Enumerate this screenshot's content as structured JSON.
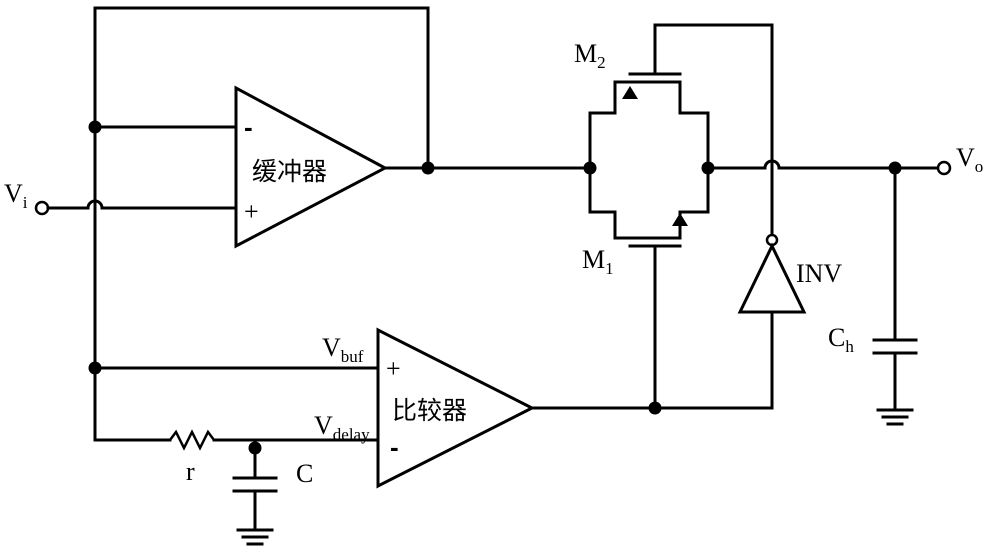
{
  "labels": {
    "vi_main": "V",
    "vi_sub": "i",
    "vo_main": "V",
    "vo_sub": "o",
    "m2_main": "M",
    "m2_sub": "2",
    "m1_main": "M",
    "m1_sub": "1",
    "inv": "INV",
    "ch_main": "C",
    "ch_sub": "h",
    "vbuf_main": "V",
    "vbuf_sub": "buf",
    "vdelay_main": "V",
    "vdelay_sub": "delay",
    "r": "r",
    "c": "C",
    "buffer": "缓冲器",
    "comparator": "比较器",
    "minus": "-",
    "plus": "+"
  }
}
